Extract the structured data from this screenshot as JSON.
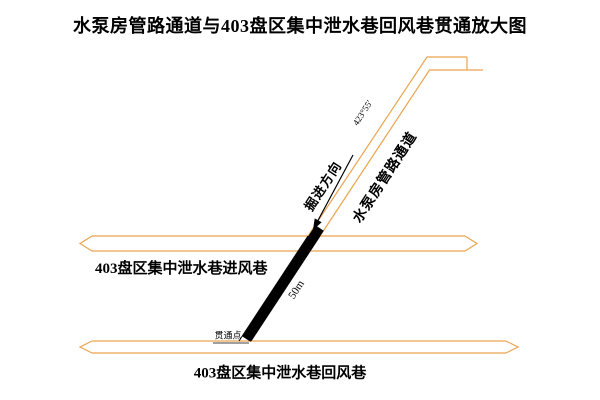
{
  "title": "水泵房管路通道与403盘区集中泄水巷回风巷贯通放大图",
  "colors": {
    "roadway_line": "#EAA550",
    "ink": "#000000",
    "background": "#FFFFFF"
  },
  "roadways": {
    "upper": {
      "label": "403盘区集中泄水巷进风巷"
    },
    "lower": {
      "label": "403盘区集中泄水巷回风巷"
    }
  },
  "passage": {
    "label": "水泵房管路通道",
    "heading_direction_label": "掘进方向",
    "bearing_label": "423°55′",
    "driven_length_label": "50m",
    "breakthrough_point_label": "贯通点"
  }
}
